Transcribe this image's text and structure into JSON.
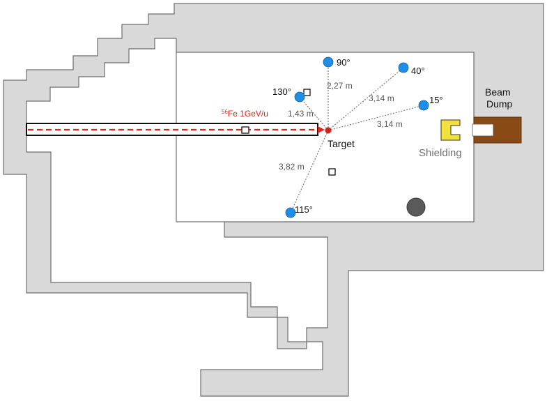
{
  "beam": {
    "label_sup": "56",
    "label_text": "Fe 1GeV/u"
  },
  "target": {
    "label": "Target"
  },
  "shielding": {
    "label": "Shielding"
  },
  "beam_dump": {
    "line1": "Beam",
    "line2": "Dump"
  },
  "detectors": {
    "d90": {
      "label": "90°",
      "distance": "2,27 m"
    },
    "d40": {
      "label": "40°",
      "distance": "3,14 m"
    },
    "d15": {
      "label": "15°",
      "distance": "3,14 m"
    },
    "d130": {
      "label": "130°",
      "distance": "1,43 m"
    },
    "d115": {
      "label": "115°",
      "distance": "3,82 m"
    }
  },
  "colors": {
    "wall": "#d9d9d9",
    "wall_stroke": "#6e6e6e",
    "detector": "#1e8fe6",
    "target": "#c8261b",
    "beam": "#e8201a",
    "shielding": "#f2e13a",
    "dump": "#8a4a16",
    "monitor": "#5a5a5a"
  }
}
